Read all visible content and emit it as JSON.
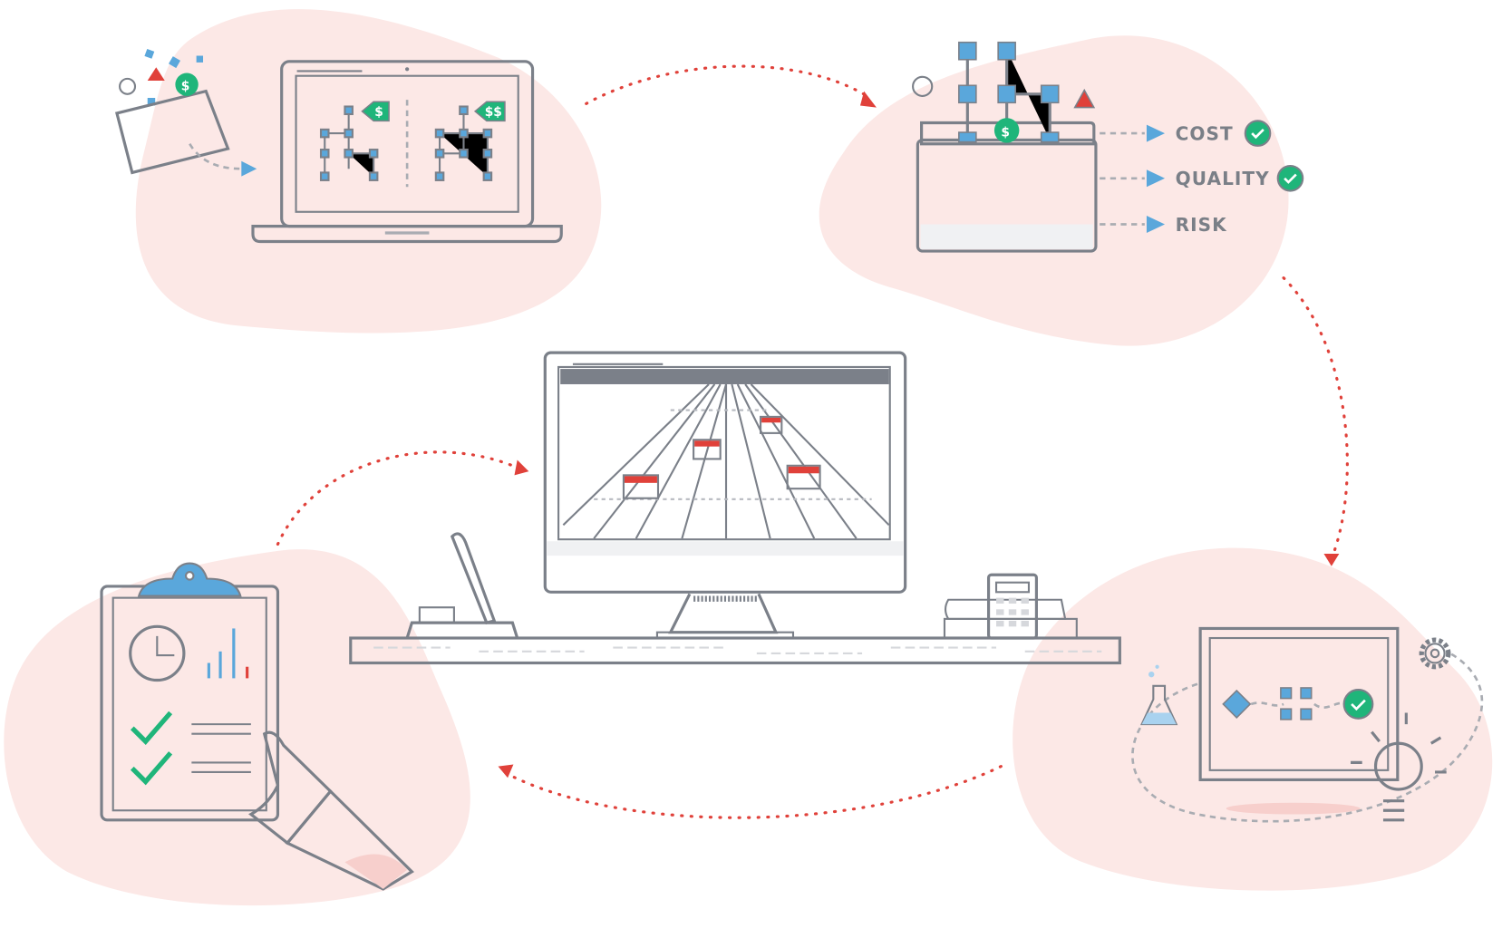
{
  "colors": {
    "blob": "#fce8e6",
    "line": "#7b8089",
    "accent_blue": "#5aa7db",
    "green": "#1fb57a",
    "red": "#e0413a"
  },
  "laptop": {
    "tag_left": "$",
    "tag_right": "$$"
  },
  "folder_bag": {
    "coin": "$"
  },
  "criteria": [
    {
      "label": "COST",
      "checked": true
    },
    {
      "label": "QUALITY",
      "checked": true
    },
    {
      "label": "RISK",
      "checked": false
    }
  ],
  "icons": [
    "folder-icon",
    "laptop-icon",
    "org-chart-icon",
    "warning-icon",
    "lightbulb-icon",
    "check-icon",
    "monitor-icon",
    "pen-icon",
    "calculator-icon",
    "books-icon",
    "clipboard-icon",
    "clock-icon",
    "bar-chart-icon",
    "hand-icon",
    "flask-icon",
    "gear-icon",
    "whiteboard-icon"
  ]
}
